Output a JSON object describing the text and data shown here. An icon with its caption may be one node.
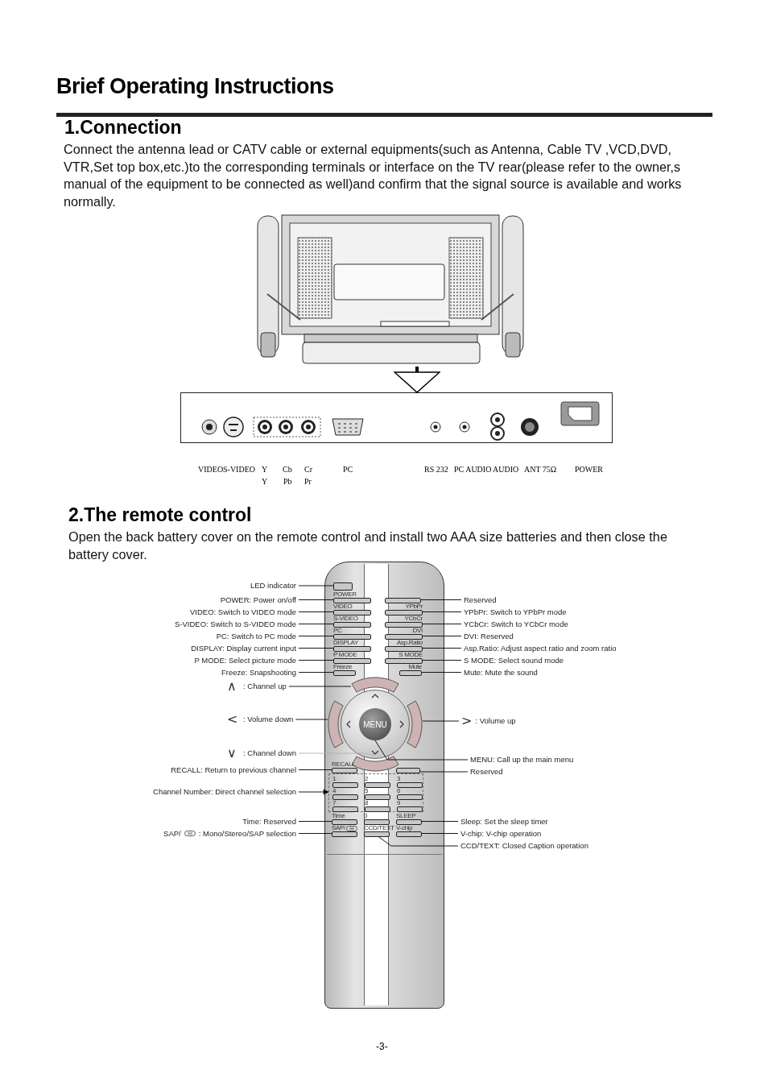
{
  "diagram": {
    "title": "Brief Operating Instructions",
    "nodes": [
      {
        "text": [],
        "shape": "picture"
      },
      {
        "text": [],
        "shape": "box"
      },
      {
        "text": [],
        "shape": "box"
      },
      {
        "text": [],
        "shape": "box",
        "in": 2
      },
      {
        "text": [
          "POWER"
        ],
        "in": 2
      },
      {
        "text": [
          "VIDEO"
        ],
        "in": 2
      },
      {
        "text": [
          "S-VIDEO"
        ],
        "in": 2
      },
      {
        "text": [
          "PC"
        ],
        "in": 2
      },
      {
        "text": [
          "DISPLAY"
        ],
        "in": 2
      },
      {
        "text": [
          "P MODE"
        ],
        "in": 2
      },
      {
        "text": [
          "Freeze"
        ],
        "in": 2
      },
      {
        "text": [],
        "shape": "box",
        "in": 2
      },
      {
        "text": [
          "YPbPr"
        ],
        "in": 2
      },
      {
        "text": [
          "YCbCr"
        ],
        "in": 2
      },
      {
        "text": [
          "DVI"
        ],
        "in": 2
      },
      {
        "text": [
          "Asp.Ratio"
        ],
        "in": 2
      },
      {
        "text": [
          "S MODE"
        ],
        "in": 2
      },
      {
        "text": [
          "Mute"
        ],
        "in": 2
      },
      {
        "text": [],
        "shape": "arc",
        "in": 2
      },
      {
        "text": [],
        "shape": "arc",
        "in": 2
      },
      {
        "text": [],
        "shape": "arc",
        "in": 2
      },
      {
        "text": [],
        "shape": "arc",
        "in": 2
      },
      {
        "text": [
          "MENU"
        ],
        "in": 2
      },
      {
        "text": [
          "RECALL"
        ],
        "in": 2
      },
      {
        "text": [],
        "shape": "box",
        "in": 2
      },
      {
        "text": [],
        "shape": "box",
        "in": 2
      },
      {
        "text": [
          "1"
        ],
        "in": 25
      },
      {
        "text": [
          "2"
        ],
        "in": 25
      },
      {
        "text": [
          "3"
        ],
        "in": 25
      },
      {
        "text": [
          "4"
        ],
        "in": 25
      },
      {
        "text": [
          "5"
        ],
        "in": 25
      },
      {
        "text": [
          "6"
        ],
        "in": 25
      },
      {
        "text": [
          "7"
        ],
        "in": 25
      },
      {
        "text": [
          "8"
        ],
        "in": 25
      },
      {
        "text": [
          "9"
        ],
        "in": 25
      },
      {
        "text": [
          "0"
        ],
        "in": 2
      },
      {
        "text": [
          "Time"
        ],
        "in": 2
      },
      {
        "text": [
          "SLEEP"
        ],
        "in": 2
      },
      {
        "text": [
          "SAP/"
        ],
        "in": 2
      },
      {
        "text": [
          "CCD/TEXT"
        ],
        "in": 2
      },
      {
        "text": [
          "V-chip"
        ],
        "in": 2
      },
      {
        "text": [
          "LED indicator"
        ]
      },
      {
        "text": [
          "POWER: Power on/off"
        ]
      },
      {
        "text": [
          "VIDEO: Switch to VIDEO mode"
        ]
      },
      {
        "text": [
          "S-VIDEO: Switch to S-VIDEO mode"
        ]
      },
      {
        "text": [
          "PC: Switch to PC mode"
        ]
      },
      {
        "text": [
          "DISPLAY: Display current input"
        ]
      },
      {
        "text": [
          "P MODE: Select picture mode"
        ]
      },
      {
        "text": [
          "Freeze: Snapshooting"
        ]
      },
      {
        "text": [
          "Reserved"
        ]
      },
      {
        "text": [
          "YPbPr: Switch to YPbPr mode"
        ]
      },
      {
        "text": [
          "YCbCr: Switch to YCbCr mode"
        ]
      },
      {
        "text": [
          "DVI: Reserved"
        ]
      },
      {
        "text": [
          "Asp.Ratio: Adjust aspect ratio and zoom ratio"
        ]
      },
      {
        "text": [
          "S MODE: Select sound mode"
        ]
      },
      {
        "text": [
          "Mute: Mute the sound"
        ]
      },
      {
        "text": [
          "∧",
          ": Channel up"
        ]
      },
      {
        "text": [
          "<",
          ": Volume down"
        ]
      },
      {
        "text": [
          ">",
          ": Volume up"
        ]
      },
      {
        "text": [
          "∨",
          ": Channel down"
        ]
      },
      {
        "text": [
          "MENU: Call up the main menu"
        ]
      },
      {
        "text": [
          "Reserved"
        ]
      },
      {
        "text": [
          "RECALL: Return to previous channel"
        ]
      },
      {
        "text": [
          "Channel Number: Direct channel selection"
        ]
      },
      {
        "text": [
          "Time: Reserved"
        ]
      },
      {
        "text": [
          "Sleep: Set the sleep timer"
        ]
      },
      {
        "text": [
          "SAP/",
          ": Mono/Stereo/SAP selection"
        ]
      },
      {
        "text": [
          "V-chip: V-chip operation"
        ]
      },
      {
        "text": [
          "CCD/TEXT: Closed Caption operation"
        ]
      }
    ],
    "edges": [
      {
        "from": 0,
        "to": 1,
        "arrow": "to",
        "style": "thick"
      },
      {
        "from": 41,
        "to": 3,
        "arrow": "none"
      },
      {
        "from": 42,
        "to": 4,
        "arrow": "none"
      },
      {
        "from": 43,
        "to": 5,
        "arrow": "none"
      },
      {
        "from": 44,
        "to": 6,
        "arrow": "none"
      },
      {
        "from": 45,
        "to": 7,
        "arrow": "none"
      },
      {
        "from": 46,
        "to": 8,
        "arrow": "none"
      },
      {
        "from": 47,
        "to": 9,
        "arrow": "none"
      },
      {
        "from": 48,
        "to": 10,
        "arrow": "none"
      },
      {
        "from": 49,
        "to": 11,
        "arrow": "none"
      },
      {
        "from": 50,
        "to": 12,
        "arrow": "none"
      },
      {
        "from": 51,
        "to": 13,
        "arrow": "none"
      },
      {
        "from": 52,
        "to": 14,
        "arrow": "none"
      },
      {
        "from": 53,
        "to": 15,
        "arrow": "none"
      },
      {
        "from": 54,
        "to": 16,
        "arrow": "none"
      },
      {
        "from": 55,
        "to": 17,
        "arrow": "none"
      },
      {
        "from": 56,
        "to": 18,
        "arrow": "none"
      },
      {
        "from": 57,
        "to": 19,
        "arrow": "none"
      },
      {
        "from": 58,
        "to": 20,
        "arrow": "none"
      },
      {
        "from": 59,
        "to": 21,
        "arrow": "none",
        "color": "#b0b0b0"
      },
      {
        "from": 60,
        "to": 22,
        "arrow": "none"
      },
      {
        "from": 61,
        "to": 24,
        "arrow": "none"
      },
      {
        "from": 62,
        "to": 23,
        "arrow": "none"
      },
      {
        "from": 63,
        "to": 25,
        "arrow": "to"
      },
      {
        "from": 64,
        "to": 36,
        "arrow": "none"
      },
      {
        "from": 65,
        "to": 37,
        "arrow": "none"
      },
      {
        "from": 66,
        "to": 38,
        "arrow": "none"
      },
      {
        "from": 67,
        "to": 40,
        "arrow": "none"
      },
      {
        "from": 68,
        "to": 39,
        "arrow": "none"
      }
    ],
    "labels": [
      "1.Connection",
      "Connect the antenna lead or CATV cable or external equipments(such as Antenna, Cable TV ,VCD,DVD, VTR,Set top box,etc.)to the corresponding terminals or interface on the TV rear(please refer to the owner,s manual of the equipment to be connected as well)and confirm that the signal source is available and works normally.",
      "VIDEO",
      "S-VIDEO",
      "Y",
      "Cb",
      "Cr",
      "PC",
      "RS 232",
      "PC AUDIO",
      "AUDIO",
      "ANT 75Ω",
      "POWER",
      "Y",
      "Pb",
      "Pr",
      "2.The remote control",
      "Open the back battery cover on the remote control and install two AAA size batteries and then close the battery cover.",
      "-3-"
    ]
  }
}
